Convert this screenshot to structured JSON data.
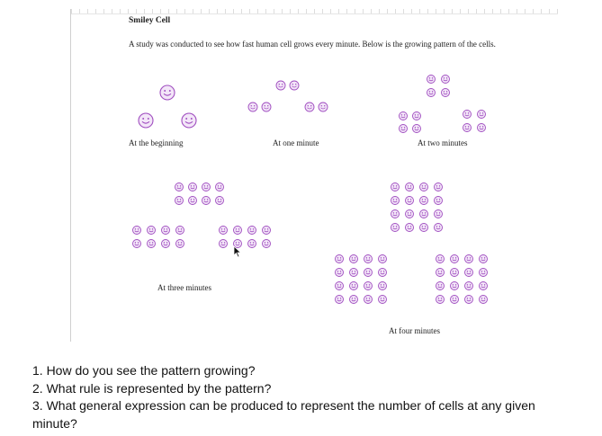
{
  "document": {
    "title": "Smiley Cell",
    "intro": "A study was conducted to see how fast human cell grows every minute. Below is the growing pattern of the cells."
  },
  "captions": {
    "beginning": "At the beginning",
    "one_minute": "At one minute",
    "two_minutes": "At two minutes",
    "three_minutes": "At three minutes",
    "four_minutes": "At four minutes"
  },
  "stages": [
    {
      "minute": 0,
      "cells": 3
    },
    {
      "minute": 1,
      "cells": 6
    },
    {
      "minute": 2,
      "cells": 12
    },
    {
      "minute": 3,
      "cells": 24
    },
    {
      "minute": 4,
      "cells": 48
    }
  ],
  "colors": {
    "cell": "#a04ec0",
    "cell_fill": "#f3e6f8"
  },
  "icons": {
    "cell": "smiley-face-icon",
    "pointer": "mouse-cursor-icon"
  },
  "questions": [
    "1. How do you see the pattern growing?",
    "2. What rule is represented by the pattern?",
    "3. What general expression can be produced to represent the number of cells at any given minute?"
  ]
}
